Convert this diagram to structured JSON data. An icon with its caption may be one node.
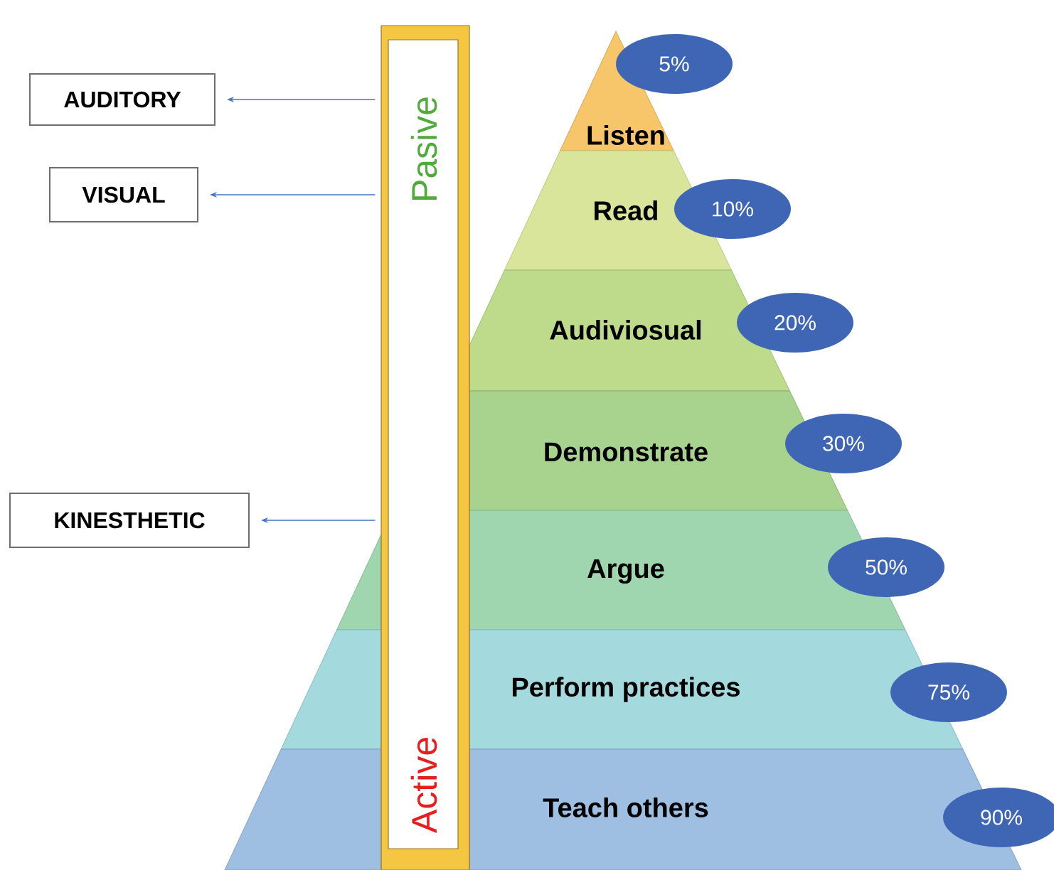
{
  "diagram": {
    "nodes": [
      {
        "text": [
          "AUDITORY"
        ]
      },
      {
        "text": [
          "VISUAL"
        ]
      },
      {
        "text": [
          "KINESTHETIC"
        ]
      },
      {
        "text": [
          "Pasive",
          "Active"
        ]
      },
      {
        "text": [
          "Listen"
        ]
      },
      {
        "text": [
          "Read"
        ]
      },
      {
        "text": [
          "Audiviosual"
        ]
      },
      {
        "text": [
          "Demonstrate"
        ]
      },
      {
        "text": [
          "Argue"
        ]
      },
      {
        "text": [
          "Perform practices"
        ]
      },
      {
        "text": [
          "Teach others"
        ]
      },
      {
        "text": [
          "5%"
        ]
      },
      {
        "text": [
          "10%"
        ]
      },
      {
        "text": [
          "20%"
        ]
      },
      {
        "text": [
          "30%"
        ]
      },
      {
        "text": [
          "50%"
        ]
      },
      {
        "text": [
          "75%"
        ]
      },
      {
        "text": [
          "90%"
        ]
      }
    ],
    "edges": [
      {
        "from": 3,
        "to": 0,
        "arrow": "to"
      },
      {
        "from": 3,
        "to": 1,
        "arrow": "to"
      },
      {
        "from": 3,
        "to": 2,
        "arrow": "to"
      }
    ]
  }
}
